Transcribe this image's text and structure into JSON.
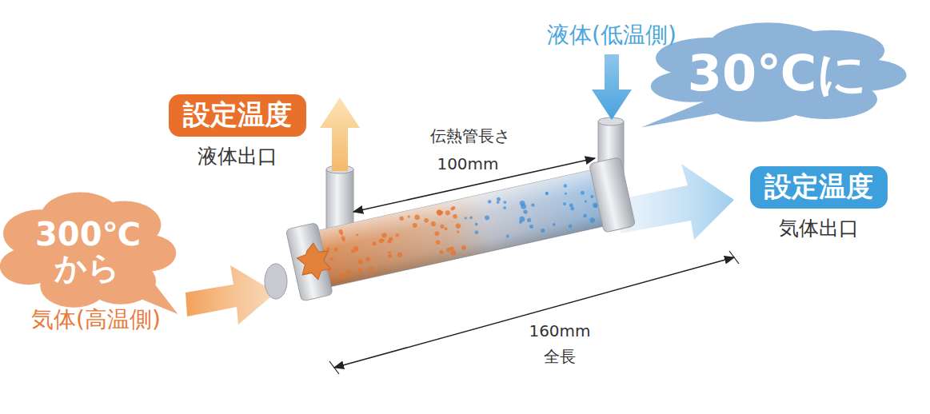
{
  "diagram": {
    "nodes": [
      {
        "text": [
          "設定温度",
          "液体出口"
        ]
      },
      {
        "text": [
          "30℃に"
        ]
      },
      {
        "text": [
          "設定温度",
          "気体出口"
        ]
      },
      {
        "text": [
          "300℃ から"
        ]
      }
    ],
    "labels": [
      "液体(低温側)",
      "伝熱管長さ",
      "100mm",
      "160mm",
      "全長",
      "気体(高温側)"
    ]
  }
}
